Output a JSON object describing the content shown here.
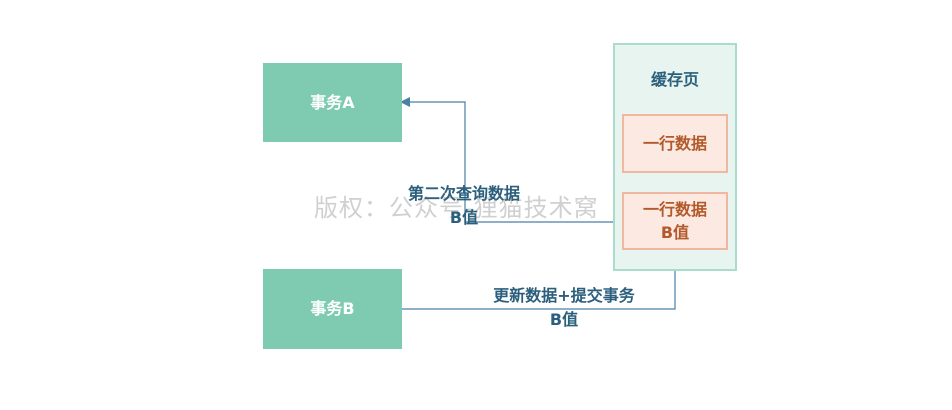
{
  "transaction_a": {
    "label": "事务A"
  },
  "transaction_b": {
    "label": "事务B"
  },
  "cache_page": {
    "title": "缓存页",
    "rows": [
      {
        "line1": "一行数据",
        "line2": ""
      },
      {
        "line1": "一行数据",
        "line2": "B值"
      }
    ]
  },
  "edges": {
    "query": {
      "line1": "第二次查询数据",
      "line2": "B值"
    },
    "update": {
      "line1": "更新数据+提交事务",
      "line2": "B值"
    }
  },
  "watermark": {
    "text": "版权：公众号-狸猫技术窝"
  },
  "colors": {
    "transaction_fill": "#7ecbb1",
    "cache_fill": "#e8f4f0",
    "cache_border": "#a9dccb",
    "row_fill": "#fbe9e2",
    "row_border": "#f2b89f",
    "row_text": "#b35a2a",
    "label_text": "#2b5f7c",
    "arrow": "#4a7fa6"
  }
}
